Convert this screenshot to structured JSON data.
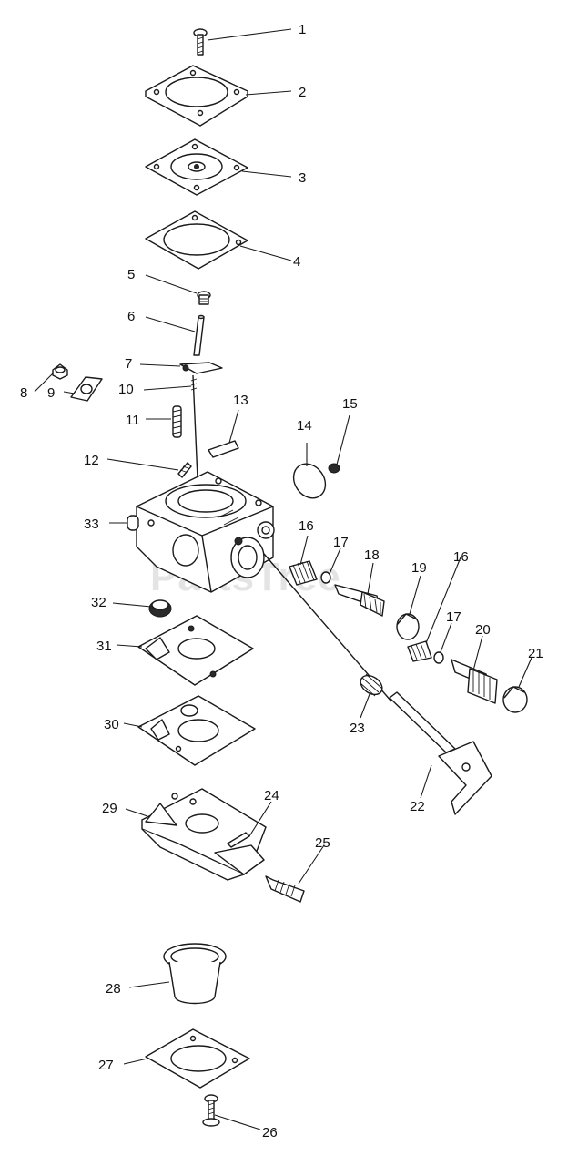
{
  "watermark": "PartsTree",
  "callouts": [
    "1",
    "2",
    "3",
    "4",
    "5",
    "6",
    "7",
    "8",
    "9",
    "10",
    "11",
    "12",
    "13",
    "14",
    "15",
    "16",
    "17",
    "18",
    "19",
    "16",
    "17",
    "20",
    "21",
    "22",
    "23",
    "24",
    "25",
    "26",
    "27",
    "28",
    "29",
    "30",
    "31",
    "32",
    "33"
  ]
}
